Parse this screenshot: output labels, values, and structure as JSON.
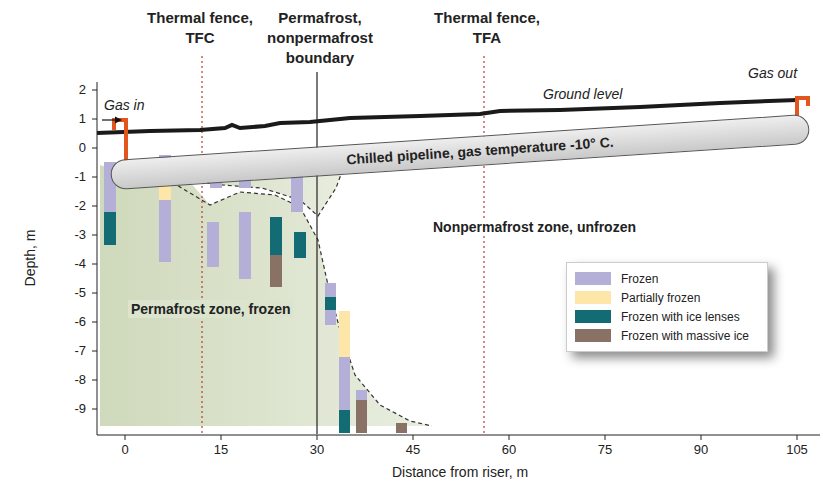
{
  "diagram": {
    "nodes": [
      {
        "text": [
          "Chilled pipeline, gas temperature -10° C."
        ]
      },
      {
        "text": [
          "Permafrost zone, frozen"
        ]
      }
    ],
    "labels": [
      "Thermal fence, TFC",
      "Permafrost, nonpermafrost boundary",
      "Thermal fence, TFA",
      "Gas in",
      "Gas out",
      "Ground level",
      "Nonpermafrost zone, unfrozen",
      "Depth, m",
      "Distance from riser, m",
      "2",
      "1",
      "0",
      "-1",
      "-2",
      "-3",
      "-4",
      "-5",
      "-6",
      "-7",
      "-8",
      "-9",
      "0",
      "15",
      "30",
      "45",
      "60",
      "75",
      "90",
      "105"
    ],
    "legend": [
      {
        "text": "Frozen",
        "color": "#b4afd6"
      },
      {
        "text": "Partially frozen",
        "color": "#fde6a8"
      },
      {
        "text": "Frozen with ice lenses",
        "color": "#136c74"
      },
      {
        "text": "Frozen with massive ice",
        "color": "#8a7165"
      }
    ]
  }
}
